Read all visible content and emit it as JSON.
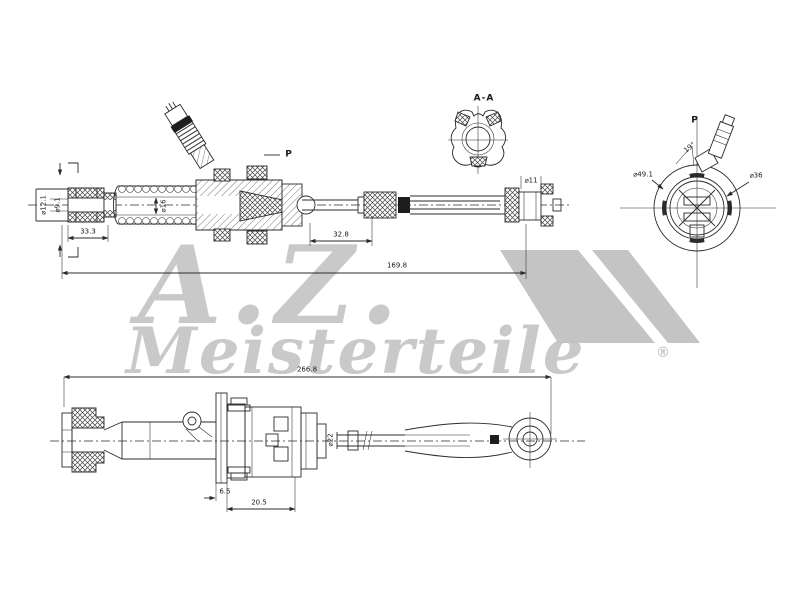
{
  "drawing": {
    "line_color": "#2b2b2b",
    "background": "#ffffff"
  },
  "watermark": {
    "brand_script": "A.Z.",
    "brand_name": "Meisterteile",
    "registered_mark": "®",
    "color": "#c9c9c9"
  },
  "views": {
    "side_section": {
      "labels": {
        "dia_12_1": "⌀12.1",
        "dia_9_1": "⌀9.1",
        "dim_33_3": "33.3",
        "dia_16": "⌀16",
        "port": "P",
        "dia_11": "⌀11",
        "dim_32_8": "32.8",
        "dim_169_8": "169.8"
      }
    },
    "section_aa": {
      "title": "A-A"
    },
    "rear": {
      "labels": {
        "port": "P",
        "angle": "19°",
        "dia_49_1": "⌀49.1",
        "dia_36": "⌀36"
      }
    },
    "side": {
      "labels": {
        "dim_266_8": "266.8",
        "dia_22": "⌀22",
        "dim_6_5": "6.5",
        "dim_20_5": "20.5"
      }
    }
  }
}
